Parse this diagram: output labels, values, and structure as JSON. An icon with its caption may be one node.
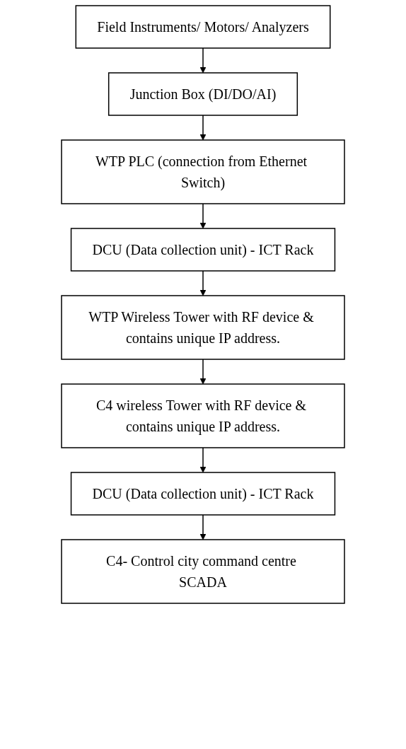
{
  "diagram": {
    "nodes": [
      {
        "text": [
          "Field Instruments/ Motors/ Analyzers"
        ]
      },
      {
        "text": [
          "Junction Box (DI/DO/AI)"
        ]
      },
      {
        "text": [
          "WTP PLC (connection from Ethernet Switch)"
        ]
      },
      {
        "text": [
          "DCU (Data collection unit) - ICT Rack"
        ]
      },
      {
        "text": [
          "WTP Wireless Tower with RF device & contains unique IP address."
        ]
      },
      {
        "text": [
          "C4 wireless Tower with RF device & contains unique IP address."
        ]
      },
      {
        "text": [
          "DCU (Data collection unit) - ICT Rack"
        ]
      },
      {
        "text": [
          "C4- Control city command centre SCADA"
        ]
      }
    ],
    "edges": [
      {
        "from": 0,
        "to": 1,
        "arrow": "to"
      },
      {
        "from": 1,
        "to": 2,
        "arrow": "to"
      },
      {
        "from": 2,
        "to": 3,
        "arrow": "to"
      },
      {
        "from": 3,
        "to": 4,
        "arrow": "to"
      },
      {
        "from": 4,
        "to": 5,
        "arrow": "to"
      },
      {
        "from": 5,
        "to": 6,
        "arrow": "to"
      },
      {
        "from": 6,
        "to": 7,
        "arrow": "to"
      }
    ]
  }
}
